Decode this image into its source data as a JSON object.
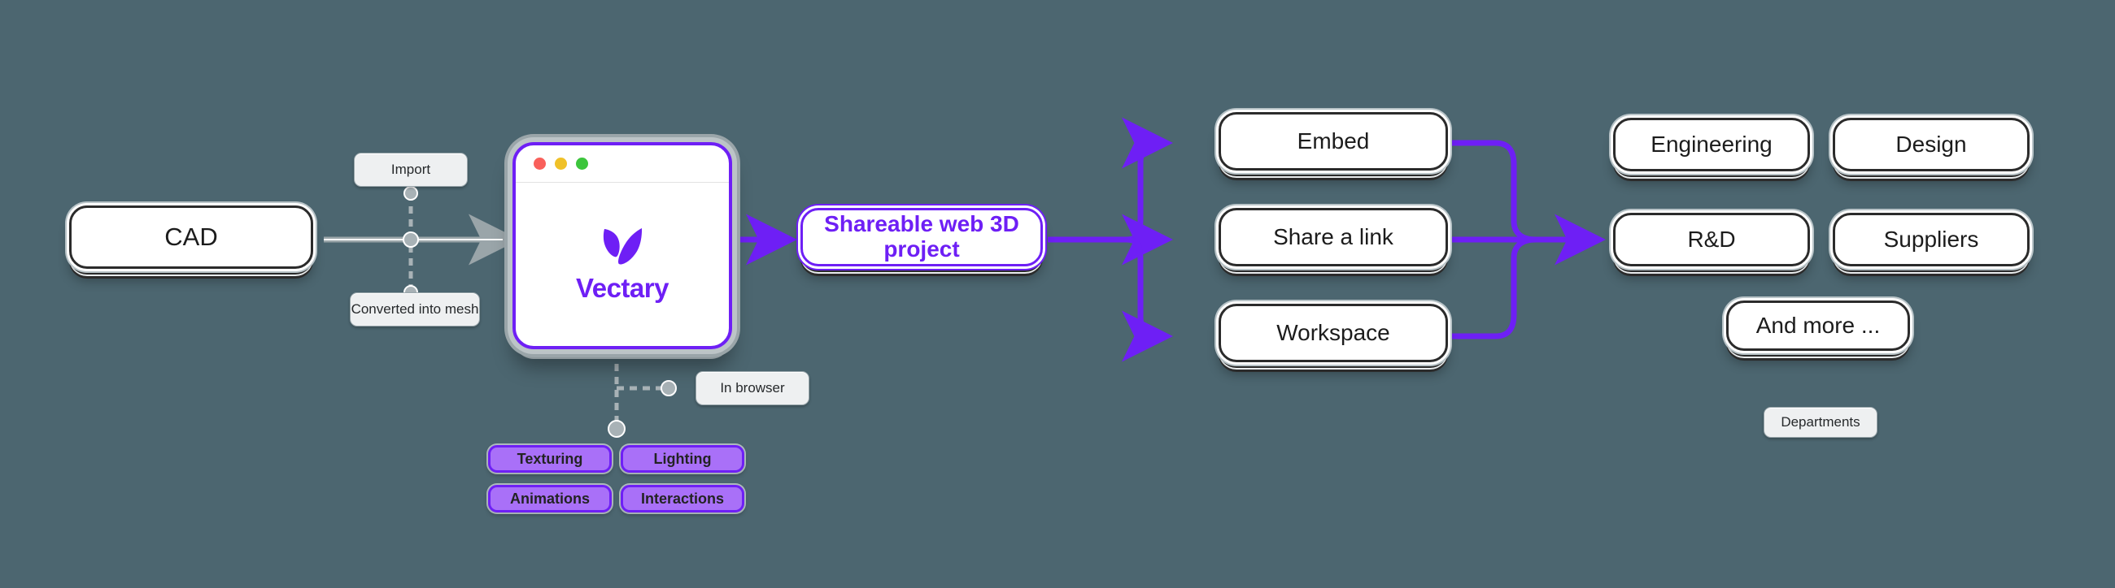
{
  "canvas": {
    "background": "#4c6670",
    "accent_purple": "#6e1ff5",
    "chip_purple": "#a970f8",
    "grey_wire": "#9aa5a9"
  },
  "nodes": {
    "cad": {
      "label": "CAD"
    },
    "shareable": {
      "label": "Shareable web 3D project"
    },
    "outputs": [
      {
        "label": "Embed"
      },
      {
        "label": "Share a link"
      },
      {
        "label": "Workspace"
      }
    ],
    "departments": [
      {
        "label": "Engineering"
      },
      {
        "label": "Design"
      },
      {
        "label": "R&D"
      },
      {
        "label": "Suppliers"
      },
      {
        "label": "And more ..."
      }
    ]
  },
  "browser": {
    "wordmark": "Vectary",
    "logo_icon": "vectary-wing-logo",
    "traffic_lights": [
      {
        "name": "close",
        "color": "#f9605b"
      },
      {
        "name": "minimize",
        "color": "#f0c128"
      },
      {
        "name": "maximize",
        "color": "#3cc53c"
      }
    ]
  },
  "tags": {
    "import": "Import",
    "converted": "Converted into mesh",
    "in_browser": "In browser",
    "departments": "Departments"
  },
  "features": [
    {
      "label": "Texturing"
    },
    {
      "label": "Lighting"
    },
    {
      "label": "Animations"
    },
    {
      "label": "Interactions"
    }
  ]
}
